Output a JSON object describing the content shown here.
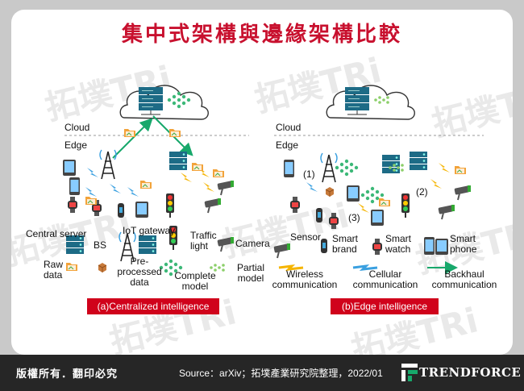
{
  "title": "集中式架構與邊緣架構比較",
  "watermark": "拓墣TRi",
  "left_panel": {
    "cloud_label": "Cloud",
    "edge_label": "Edge",
    "badge": "(a)Centralized intelligence",
    "legend": {
      "central_server": "Central server",
      "bs": "BS",
      "iot_gateway": "IoT gateway",
      "traffic_light": "Traffic light",
      "camera": "Camera",
      "raw_data": "Raw data",
      "preprocessed": "Pre-processed data",
      "complete_model": "Complete model",
      "partial_model": "Partial model"
    }
  },
  "right_panel": {
    "cloud_label": "Cloud",
    "edge_label": "Edge",
    "badge": "(b)Edge intelligence",
    "markers": [
      "(1)",
      "(2)",
      "(3)"
    ],
    "legend": {
      "sensor": "Sensor",
      "smart_brand": "Smart brand",
      "smart_watch": "Smart watch",
      "smart_phone": "Smart phone",
      "wireless": "Wireless communication",
      "cellular": "Cellular communication",
      "backhaul": "Backhaul communication"
    }
  },
  "footer": {
    "copyright": "版權所有．翻印必究",
    "source": "Source：arXiv；拓墣產業研究院整理，2022/01",
    "brand": "TRENDFORCE"
  },
  "colors": {
    "title_red": "#c8102e",
    "badge_red": "#d0021b",
    "wireless_yellow": "#f5b400",
    "cellular_blue": "#3aa0e0",
    "backhaul_green": "#17a86b",
    "server_teal": "#1d6b86",
    "footer_bg": "#262626"
  }
}
